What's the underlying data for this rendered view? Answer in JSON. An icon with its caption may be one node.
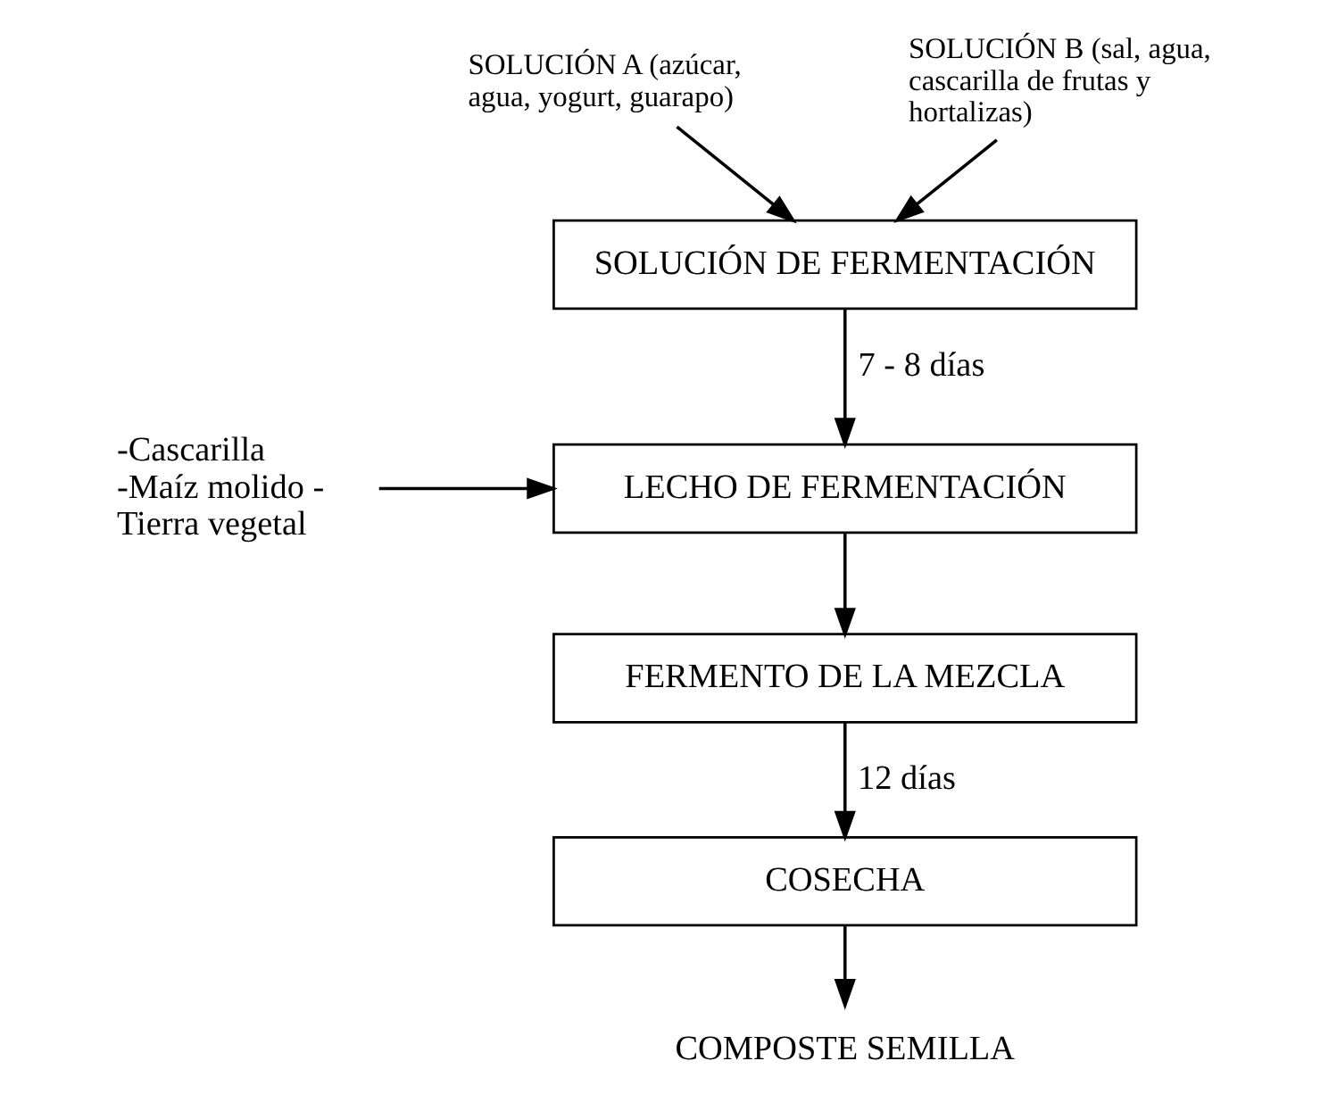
{
  "diagram": {
    "nodes": [
      {
        "text": [
          "SOLUCIÓN A (azúcar, agua, yogurt, guarapo)"
        ]
      },
      {
        "text": [
          "SOLUCIÓN B (sal, agua, cascarilla de frutas y hortalizas)"
        ]
      },
      {
        "text": [
          "SOLUCIÓN DE FERMENTACIÓN"
        ]
      },
      {
        "text": [
          "-Cascarilla -Maíz molido - Tierra vegetal"
        ]
      },
      {
        "text": [
          "LECHO DE FERMENTACIÓN"
        ]
      },
      {
        "text": [
          "FERMENTO DE LA MEZCLA"
        ]
      },
      {
        "text": [
          "COSECHA"
        ]
      },
      {
        "text": [
          "COMPOSTE SEMILLA"
        ]
      }
    ],
    "edges": [
      {
        "from": 0,
        "to": 2,
        "arrow": "to"
      },
      {
        "from": 1,
        "to": 2,
        "arrow": "to"
      },
      {
        "from": 2,
        "to": 4,
        "arrow": "to",
        "label": "7 - 8 días"
      },
      {
        "from": 3,
        "to": 4,
        "arrow": "to"
      },
      {
        "from": 4,
        "to": 5,
        "arrow": "to"
      },
      {
        "from": 5,
        "to": 6,
        "arrow": "to",
        "label": "12 días"
      },
      {
        "from": 6,
        "to": 7,
        "arrow": "to"
      }
    ]
  }
}
